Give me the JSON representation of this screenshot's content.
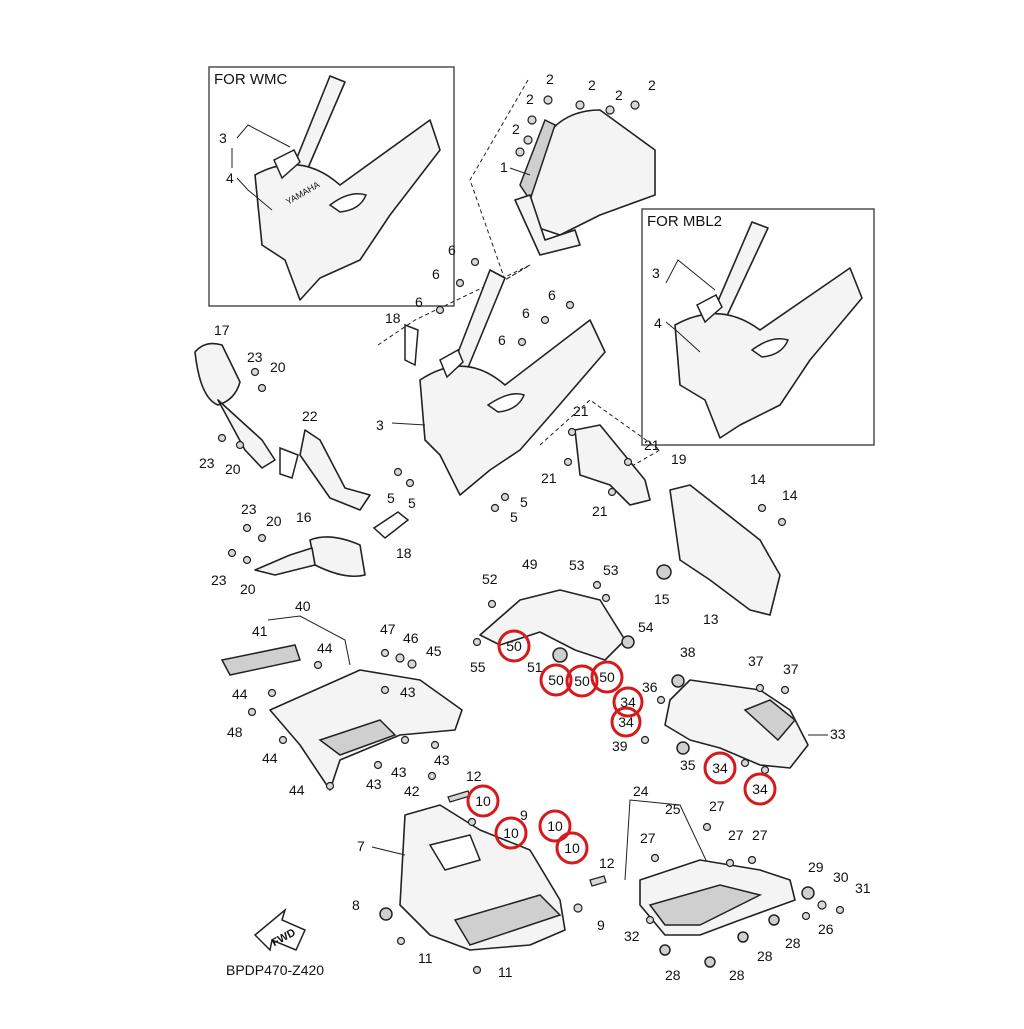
{
  "diagram": {
    "code": "BPDP470-Z420",
    "fwd_label": "FWD",
    "insets": [
      {
        "title": "FOR WMC",
        "brand": "YAMAHA"
      },
      {
        "title": "FOR MBL2"
      }
    ],
    "labels": {
      "n1": "1",
      "n2": "2",
      "n3": "3",
      "n4": "4",
      "n5": "5",
      "n6": "6",
      "n7": "7",
      "n8": "8",
      "n9": "9",
      "n10": "10",
      "n11": "11",
      "n12": "12",
      "n13": "13",
      "n14": "14",
      "n15": "15",
      "n16": "16",
      "n17": "17",
      "n18": "18",
      "n19": "19",
      "n20": "20",
      "n21": "21",
      "n22": "22",
      "n23": "23",
      "n24": "24",
      "n25": "25",
      "n26": "26",
      "n27": "27",
      "n28": "28",
      "n29": "29",
      "n30": "30",
      "n31": "31",
      "n32": "32",
      "n33": "33",
      "n34": "34",
      "n35": "35",
      "n36": "36",
      "n37": "37",
      "n38": "38",
      "n39": "39",
      "n40": "40",
      "n41": "41",
      "n42": "42",
      "n43": "43",
      "n44": "44",
      "n45": "45",
      "n46": "46",
      "n47": "47",
      "n48": "48",
      "n49": "49",
      "n50": "50",
      "n51": "51",
      "n52": "52",
      "n53": "53",
      "n54": "54",
      "n55": "55"
    },
    "highlight_color": "#d41a1a"
  }
}
